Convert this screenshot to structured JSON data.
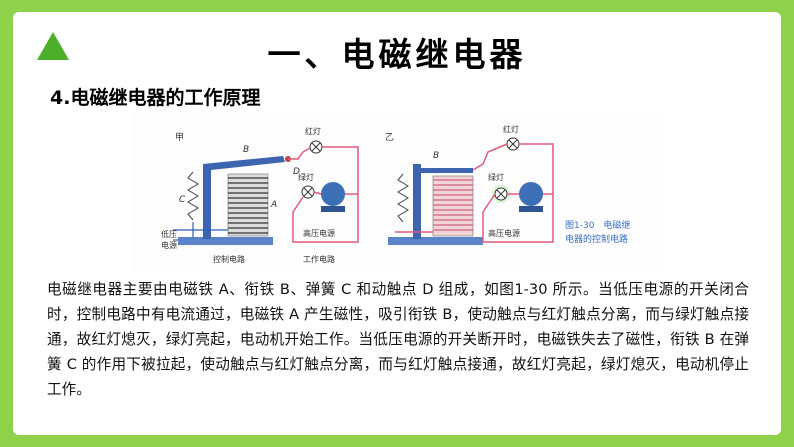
{
  "header": {
    "title": "一、电磁继电器",
    "subtitle": "4.电磁继电器的工作原理"
  },
  "figure": {
    "left_tag": "甲",
    "right_tag": "乙",
    "label_B": "B",
    "label_C": "C",
    "label_D": "D",
    "label_A": "A",
    "red_lamp": "红灯",
    "green_lamp": "绿灯",
    "low_voltage_line1": "低压",
    "low_voltage_line2": "电源",
    "high_voltage": "高压电源",
    "control_circuit": "控制电路",
    "working_circuit": "工作电路",
    "caption_line1": "图1-30　电磁继",
    "caption_line2": "电器的控制电路"
  },
  "body": {
    "paragraph": "电磁继电器主要由电磁铁 A、衔铁 B、弹簧 C 和动触点 D 组成，如图1-30 所示。当低压电源的开关闭合时，控制电路中有电流通过，电磁铁 A 产生磁性，吸引衔铁 B，使动触点与红灯触点分离，而与绿灯触点接通，故红灯熄灭，绿灯亮起，电动机开始工作。当低压电源的开关断开时，电磁铁失去了磁性，衔铁 B 在弹簧 C 的作用下被拉起，使动触点与红灯触点分离，而与红灯触点接通，故红灯亮起，绿灯熄灭，电动机停止工作。"
  },
  "colors": {
    "background": "#8fd14a",
    "accent": "#4caf2a",
    "wire_red": "#e05a7a",
    "coil_blue": "#2f5fb5",
    "caption_blue": "#3a6fc4"
  }
}
